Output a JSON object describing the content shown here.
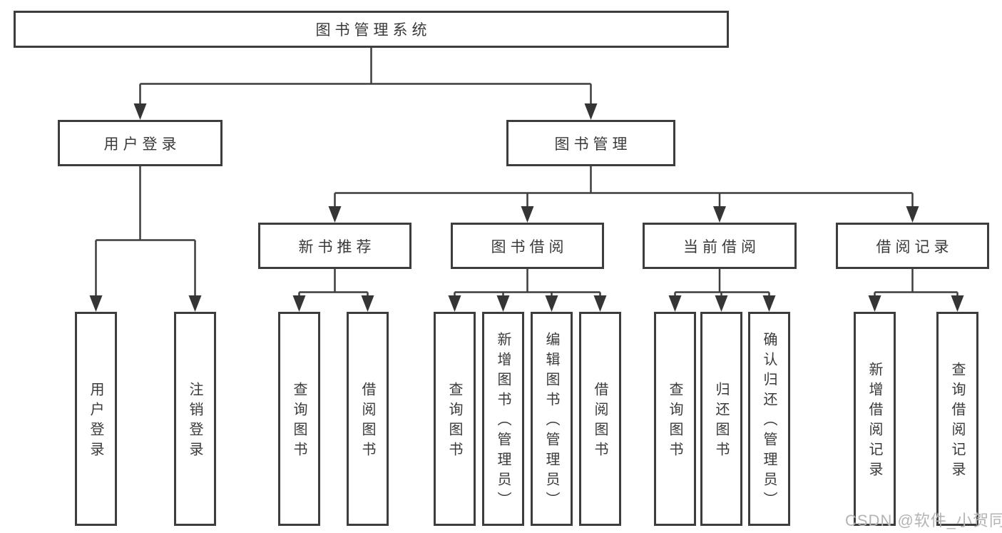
{
  "diagram": {
    "root": "图书管理系统",
    "branches": [
      {
        "label": "用户登录",
        "leaves": [
          "用户登录",
          "注销登录"
        ]
      },
      {
        "label": "图书管理",
        "groups": [
          {
            "label": "新书推荐",
            "leaves": [
              "查询图书",
              "借阅图书"
            ]
          },
          {
            "label": "图书借阅",
            "leaves": [
              "查询图书",
              "新增图书（管理员）",
              "编辑图书（管理员）",
              "借阅图书"
            ]
          },
          {
            "label": "当前借阅",
            "leaves": [
              "查询图书",
              "归还图书",
              "确认归还（管理员）"
            ]
          },
          {
            "label": "借阅记录",
            "leaves": [
              "新增借阅记录",
              "查询借阅记录"
            ]
          }
        ]
      }
    ]
  },
  "watermark": "CSDN @软件_小贺同学",
  "colors": {
    "line": "#3d3d3d",
    "arrow": "#353535",
    "text": "#3a3a3a",
    "watermark": "#b4b4b4"
  }
}
